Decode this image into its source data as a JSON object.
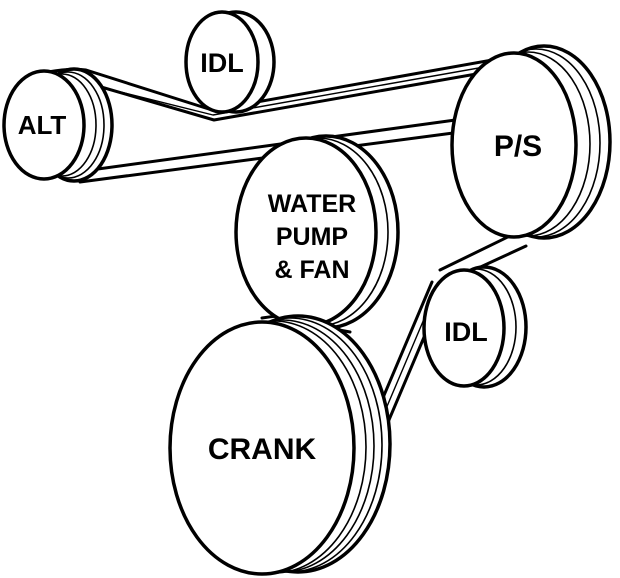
{
  "diagram": {
    "pulleys": {
      "idler_top": "IDL",
      "alternator": "ALT",
      "power_steering": "P/S",
      "water_pump": [
        "WATER",
        "PUMP",
        "& FAN"
      ],
      "idler_bottom": "IDL",
      "crankshaft": "CRANK"
    },
    "colors": {
      "line": "#000000",
      "background": "#ffffff"
    }
  }
}
